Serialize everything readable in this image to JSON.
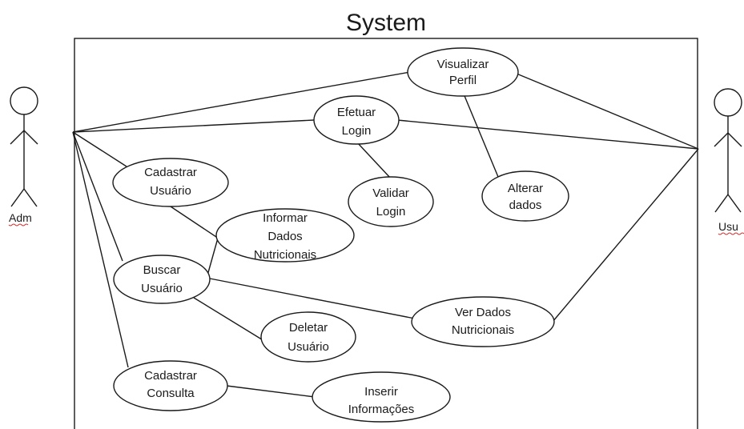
{
  "system": {
    "title": "System"
  },
  "actors": {
    "adm": {
      "label": "Adm"
    },
    "usu": {
      "label": "Usu"
    }
  },
  "use_cases": {
    "visualizar_perfil": [
      "Visualizar",
      "Perfil"
    ],
    "efetuar_login": [
      "Efetuar",
      "Login"
    ],
    "cadastrar_usuario": [
      "Cadastrar",
      "Usuário"
    ],
    "validar_login": [
      "Validar",
      "Login"
    ],
    "alterar_dados": [
      "Alterar",
      "dados"
    ],
    "informar_dados_nutricionais": [
      "Informar",
      "Dados",
      "Nutricionais"
    ],
    "buscar_usuario": [
      "Buscar",
      "Usuário"
    ],
    "ver_dados_nutricionais": [
      "Ver Dados",
      "Nutricionais"
    ],
    "deletar_usuario": [
      "Deletar",
      "Usuário"
    ],
    "cadastrar_consulta": [
      "Cadastrar",
      "Consulta"
    ],
    "inserir_informacoes": [
      "Inserir",
      "Informações"
    ]
  }
}
